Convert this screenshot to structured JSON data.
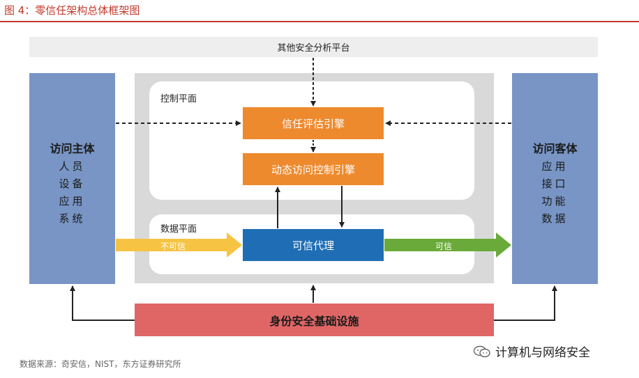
{
  "title": "图 4：零信任架构总体框架图",
  "platform_label": "其他安全分析平台",
  "control_plane_label": "控制平面",
  "data_plane_label": "数据平面",
  "access_subject": {
    "title": "访问主体",
    "items": [
      "人员",
      "设备",
      "应用",
      "系统"
    ]
  },
  "access_object": {
    "title": "访问客体",
    "items": [
      "应用",
      "接口",
      "功能",
      "数据"
    ]
  },
  "trust_engine": "信任评估引擎",
  "access_control_engine": "动态访问控制引擎",
  "trusted_proxy": "可信代理",
  "untrusted_label": "不可信",
  "trusted_label": "可信",
  "identity_infra": "身份安全基础设施",
  "source": "数据来源：奇安信，NIST，东方证券研究所",
  "watermark": "计算机与网络安全",
  "colors": {
    "title_red": "#c0392b",
    "side_blue": "#7895c5",
    "engine_orange": "#ee8a2e",
    "proxy_blue": "#1f6eb5",
    "identity_red": "#e06666",
    "untrusted_yellow": "#f6c343",
    "trusted_green": "#6aaa3a"
  }
}
